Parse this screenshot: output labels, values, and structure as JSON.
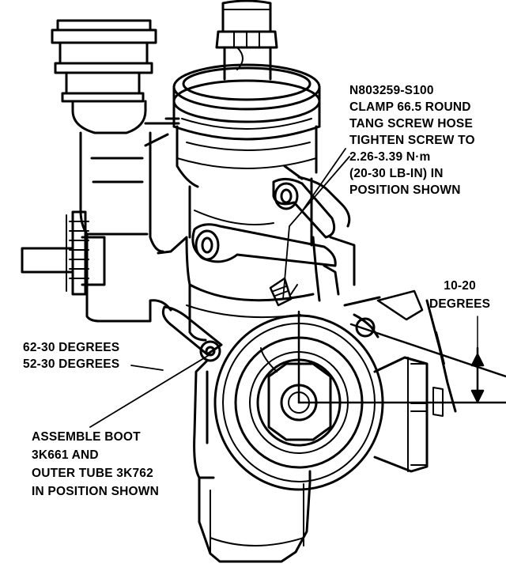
{
  "callouts": {
    "clamp": [
      "N803259-S100",
      "CLAMP 66.5 ROUND",
      "TANG SCREW HOSE",
      "TIGHTEN SCREW TO",
      "2.26-3.39 N·m",
      "(20-30 LB-IN) IN",
      "POSITION SHOWN"
    ],
    "angle": [
      "10-20",
      "DEGREES"
    ],
    "degrees": [
      "62-30 DEGREES",
      "52-30 DEGREES"
    ],
    "boot": [
      "ASSEMBLE BOOT",
      "3K661 AND",
      "OUTER TUBE 3K762",
      "IN POSITION SHOWN"
    ]
  },
  "colors": {
    "ink": "#000000",
    "paper": "#ffffff"
  }
}
